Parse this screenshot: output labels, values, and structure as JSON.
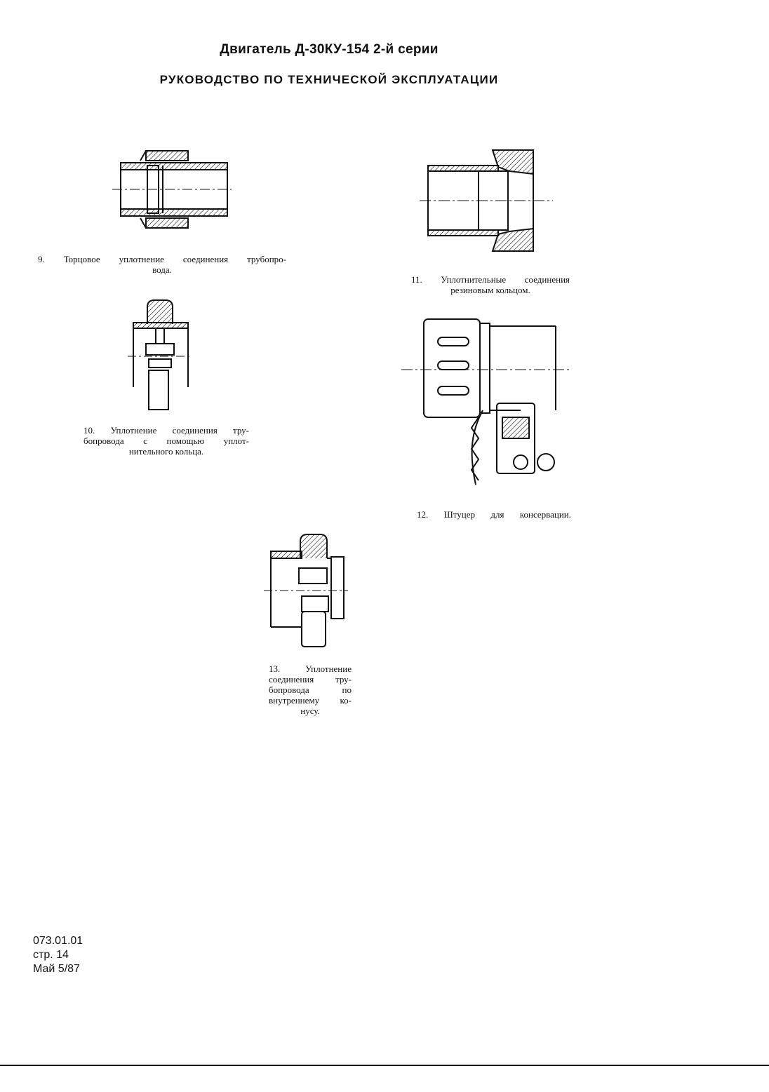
{
  "header": {
    "title": "Двигатель Д-30КУ-154 2-й серии",
    "subtitle": "РУКОВОДСТВО ПО ТЕХНИЧЕСКОЙ ЭКСПЛУАТАЦИИ"
  },
  "figures": [
    {
      "number": "9.",
      "lines": [
        "Торцовое уплотнение соединения трубопро-",
        "вода."
      ]
    },
    {
      "number": "10.",
      "lines": [
        "Уплотнение соединения тру-",
        "бопровода с помощью уплот-",
        "нительного кольца."
      ]
    },
    {
      "number": "11.",
      "lines": [
        "Уплотнительные соединения",
        "резиновым кольцом."
      ]
    },
    {
      "number": "12.",
      "lines": [
        "Штуцер для консервации."
      ]
    },
    {
      "number": "13.",
      "lines": [
        "Уплотнение",
        "соединения тру-",
        "бопровода по",
        "внутреннему ко-",
        "нусу."
      ]
    }
  ],
  "footer": {
    "doc_code": "073.01.01",
    "page": "стр. 14",
    "date": "Май 5/87"
  }
}
